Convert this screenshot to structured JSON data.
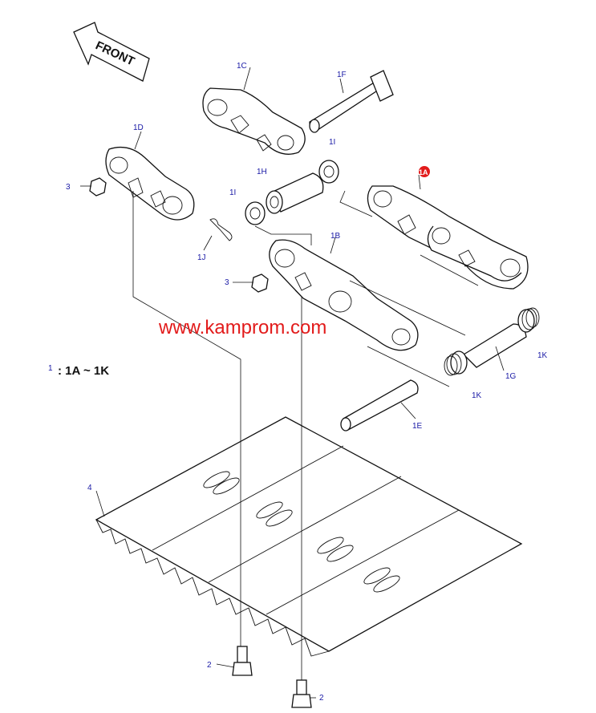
{
  "front_label": "FRONT",
  "watermark": "www.kamprom.com",
  "legend": {
    "num": "1",
    "range": ": 1A ~ 1K"
  },
  "callouts": {
    "c1A": "1A",
    "c1B": "1B",
    "c1C": "1C",
    "c1D": "1D",
    "c1E": "1E",
    "c1F": "1F",
    "c1G": "1G",
    "c1H": "1H",
    "c1I_a": "1I",
    "c1I_b": "1I",
    "c1J": "1J",
    "c1K_a": "1K",
    "c1K_b": "1K",
    "c2_a": "2",
    "c2_b": "2",
    "c3_a": "3",
    "c3_b": "3",
    "c4": "4"
  },
  "colors": {
    "callout": "#1a1aa6",
    "watermark": "#e21b1b",
    "highlight": "#e21b1b"
  }
}
